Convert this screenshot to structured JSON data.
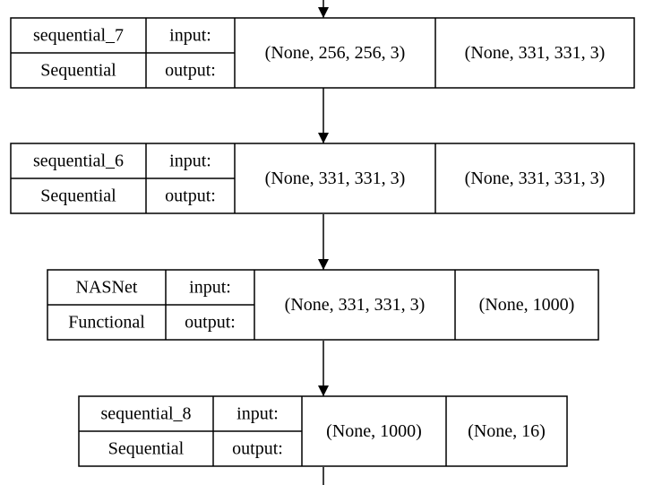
{
  "layers": [
    {
      "name": "sequential_7",
      "type": "Sequential",
      "input_label": "input:",
      "output_label": "output:",
      "input_shape": "(None, 256, 256, 3)",
      "output_shape": "(None, 331, 331, 3)"
    },
    {
      "name": "sequential_6",
      "type": "Sequential",
      "input_label": "input:",
      "output_label": "output:",
      "input_shape": "(None, 331, 331, 3)",
      "output_shape": "(None, 331, 331, 3)"
    },
    {
      "name": "NASNet",
      "type": "Functional",
      "input_label": "input:",
      "output_label": "output:",
      "input_shape": "(None, 331, 331, 3)",
      "output_shape": "(None, 1000)"
    },
    {
      "name": "sequential_8",
      "type": "Sequential",
      "input_label": "input:",
      "output_label": "output:",
      "input_shape": "(None, 1000)",
      "output_shape": "(None, 16)"
    }
  ]
}
